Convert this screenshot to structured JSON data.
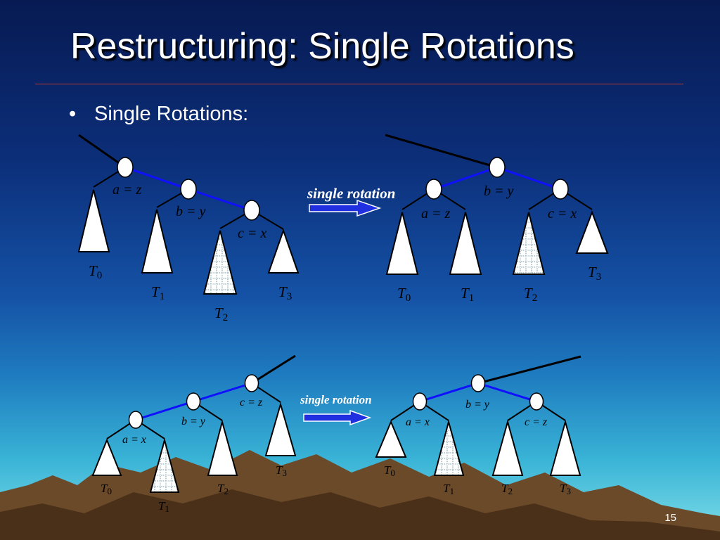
{
  "slide": {
    "title": "Restructuring: Single Rotations",
    "bullet": "Single Rotations:",
    "page_number": "15"
  },
  "rotation_label": "single rotation",
  "colors": {
    "highlight_edge": "#1010ff",
    "node_fill": "#ffffff",
    "arrow_fill": "#2030e0",
    "title_rule": "#c0392b",
    "mountains": "#6b4a2a"
  },
  "diagram_top": {
    "before": {
      "nodes": [
        {
          "id": "a",
          "label": "a = z"
        },
        {
          "id": "b",
          "label": "b = y"
        },
        {
          "id": "c",
          "label": "c = x"
        }
      ],
      "subtrees": [
        {
          "label": "T",
          "sub": "0",
          "pattern": false
        },
        {
          "label": "T",
          "sub": "1",
          "pattern": false
        },
        {
          "label": "T",
          "sub": "2",
          "pattern": true
        },
        {
          "label": "T",
          "sub": "3",
          "pattern": false
        }
      ]
    },
    "after": {
      "nodes": [
        {
          "id": "a",
          "label": "a = z"
        },
        {
          "id": "b",
          "label": "b = y"
        },
        {
          "id": "c",
          "label": "c = x"
        }
      ],
      "subtrees": [
        {
          "label": "T",
          "sub": "0",
          "pattern": false
        },
        {
          "label": "T",
          "sub": "1",
          "pattern": false
        },
        {
          "label": "T",
          "sub": "2",
          "pattern": true
        },
        {
          "label": "T",
          "sub": "3",
          "pattern": false
        }
      ]
    }
  },
  "diagram_bottom": {
    "before": {
      "nodes": [
        {
          "id": "c",
          "label": "c = z"
        },
        {
          "id": "b",
          "label": "b = y"
        },
        {
          "id": "a",
          "label": "a = x"
        }
      ],
      "subtrees": [
        {
          "label": "T",
          "sub": "0",
          "pattern": false
        },
        {
          "label": "T",
          "sub": "1",
          "pattern": true
        },
        {
          "label": "T",
          "sub": "2",
          "pattern": false
        },
        {
          "label": "T",
          "sub": "3",
          "pattern": false
        }
      ]
    },
    "after": {
      "nodes": [
        {
          "id": "a",
          "label": "a = x"
        },
        {
          "id": "b",
          "label": "b = y"
        },
        {
          "id": "c",
          "label": "c = z"
        }
      ],
      "subtrees": [
        {
          "label": "T",
          "sub": "0",
          "pattern": false
        },
        {
          "label": "T",
          "sub": "1",
          "pattern": true
        },
        {
          "label": "T",
          "sub": "2",
          "pattern": false
        },
        {
          "label": "T",
          "sub": "3",
          "pattern": false
        }
      ]
    }
  }
}
